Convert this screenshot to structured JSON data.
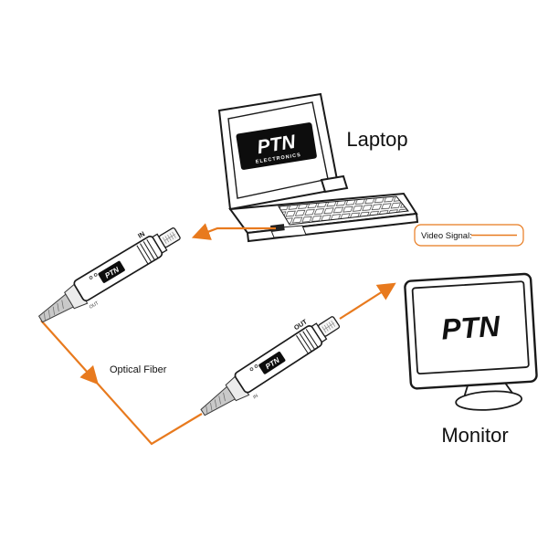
{
  "scene": {
    "laptop_label": "Laptop",
    "monitor_label": "Monitor",
    "optical_fiber_label": "Optical Fiber"
  },
  "legend": {
    "label": "Video Signal:"
  },
  "laptop": {
    "logo_line1": "PTN",
    "logo_line2": "ELECTRONICS"
  },
  "transmitter": {
    "logo": "PTN",
    "video_port_label": "IN",
    "fiber_port_label": "OUT"
  },
  "receiver": {
    "logo": "PTN",
    "video_port_label": "OUT",
    "fiber_port_label": "IN"
  },
  "monitor": {
    "logo": "PTN"
  },
  "colors": {
    "signal_line": "#E87A1E",
    "outline": "#1A1A1A"
  }
}
